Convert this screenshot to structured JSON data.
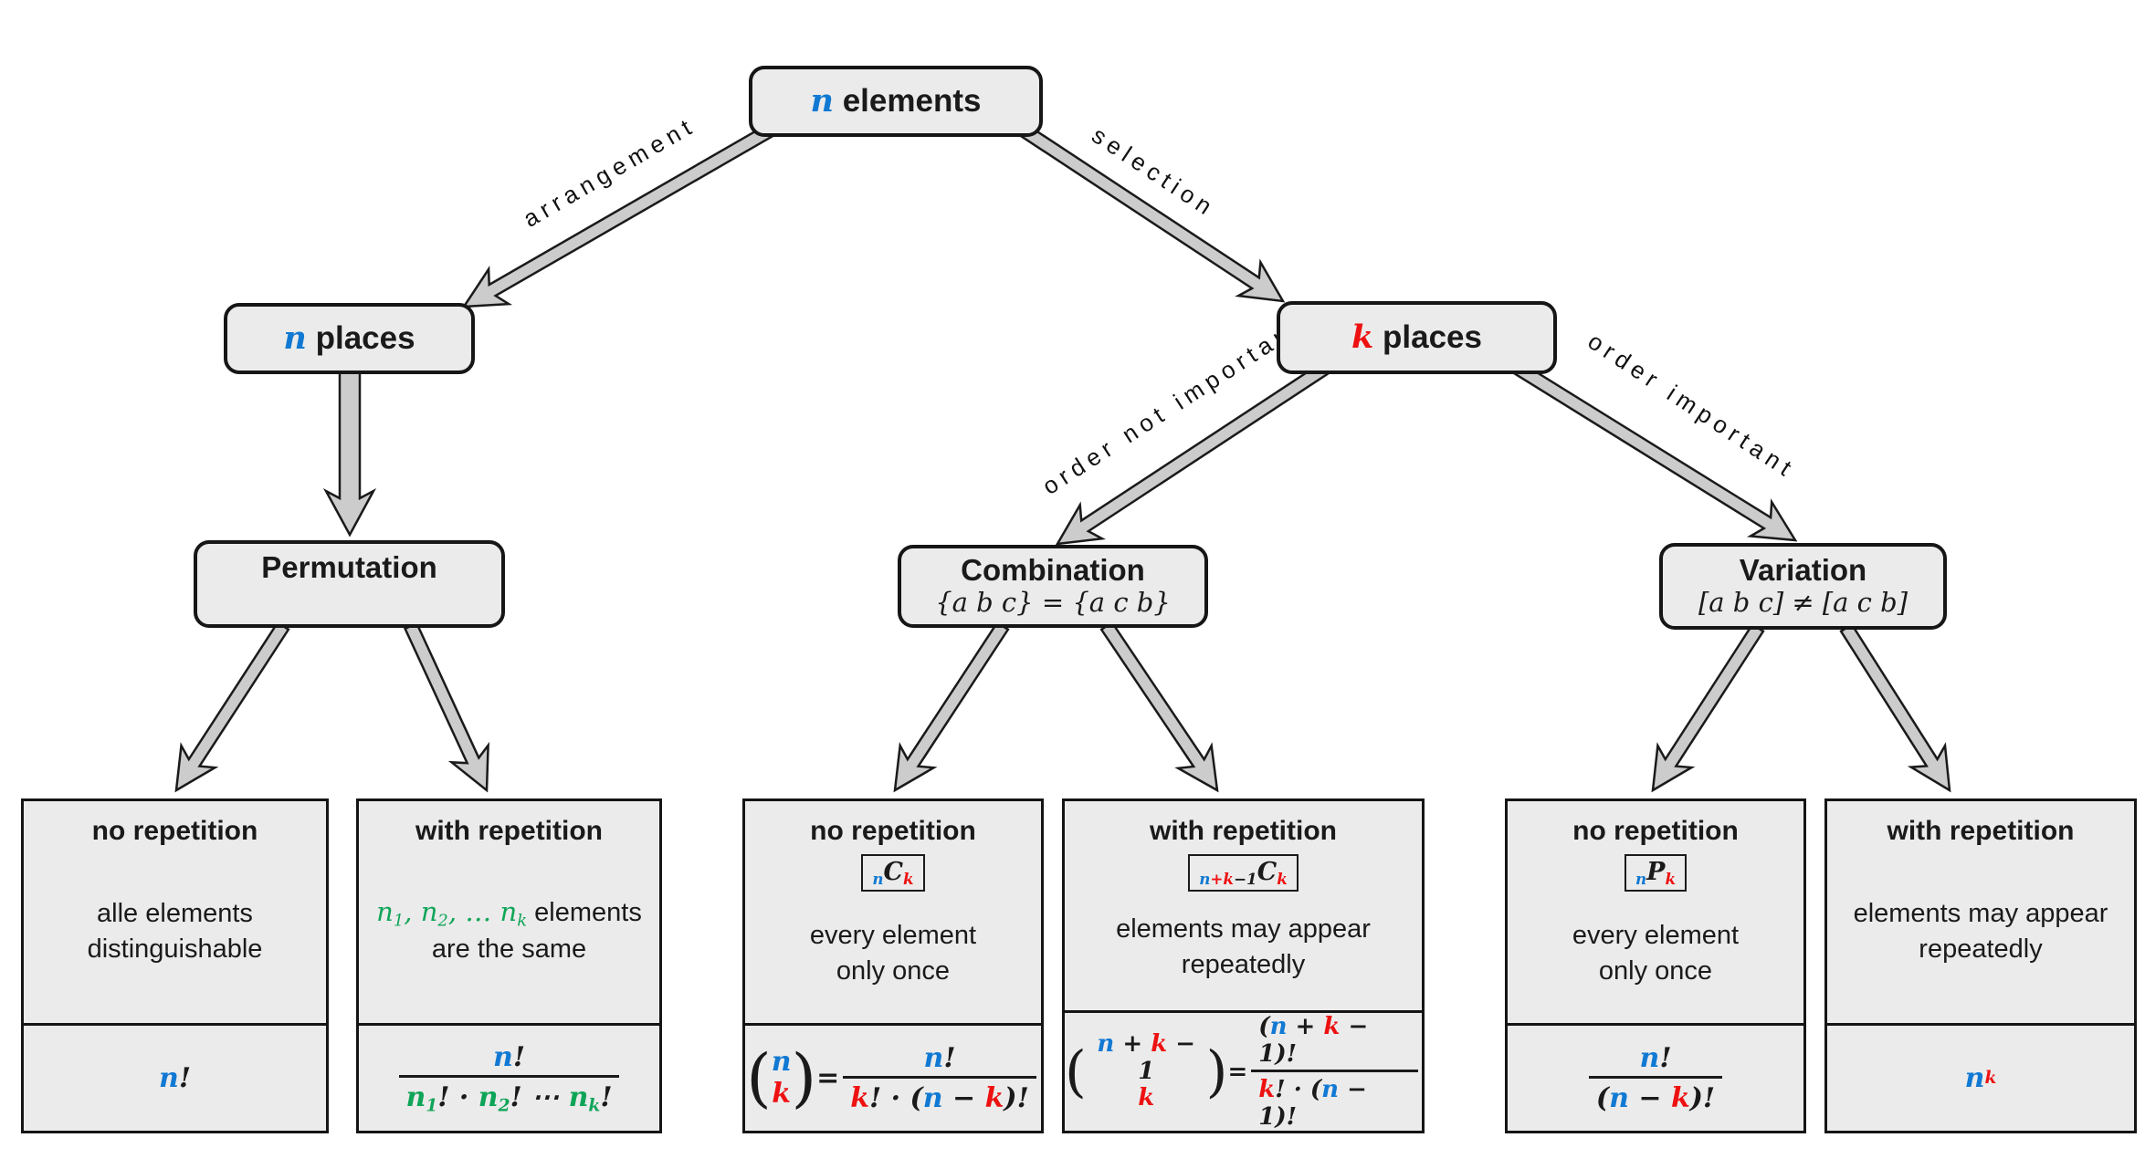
{
  "colors": {
    "blue": "#1179d3",
    "red": "#ee1111",
    "green": "#0fa558",
    "black": "#1a1a1a"
  },
  "nodes": {
    "root": [
      {
        "t": "n",
        "c": "blue"
      },
      {
        "t": " elements",
        "plain": true
      }
    ],
    "n_places": [
      {
        "t": "n",
        "c": "blue"
      },
      {
        "t": " places",
        "plain": true
      }
    ],
    "k_places": [
      {
        "t": "k",
        "c": "red"
      },
      {
        "t": " places",
        "plain": true
      }
    ],
    "permutation_title": "Permutation",
    "permutation_sub": "",
    "combination_title": "Combination",
    "combination_sub": "{a b c} = {a c b}",
    "variation_title": "Variation",
    "variation_sub": "[a b c] ≠ [a c b]"
  },
  "edges": {
    "arrangement": "arrangement",
    "selection": "selection",
    "order_not_important": "order not important",
    "order_important": "order important"
  },
  "leaves": [
    {
      "title": "no repetition",
      "desc": [
        [
          {
            "t": "alle elements",
            "plain": true
          }
        ],
        [
          {
            "t": "distinguishable",
            "plain": true
          }
        ]
      ],
      "formula": [
        {
          "t": "n",
          "c": "blue"
        },
        {
          "t": "!"
        }
      ]
    },
    {
      "title": "with repetition",
      "desc": [
        [
          {
            "t": "n",
            "c": "green"
          },
          {
            "t": "1",
            "c": "green",
            "sub": true
          },
          {
            "t": ", ",
            "c": "green"
          },
          {
            "t": "n",
            "c": "green"
          },
          {
            "t": "2",
            "c": "green",
            "sub": true
          },
          {
            "t": ", … ",
            "c": "green"
          },
          {
            "t": "n",
            "c": "green"
          },
          {
            "t": "k",
            "c": "green",
            "sub": true
          },
          {
            "t": " elements",
            "plain": true
          }
        ],
        [
          {
            "t": "are the same",
            "plain": true
          }
        ]
      ],
      "formula": [
        {
          "type": "frac",
          "num": [
            {
              "t": "n",
              "c": "blue"
            },
            {
              "t": "!"
            }
          ],
          "den": [
            {
              "t": "n",
              "c": "green"
            },
            {
              "t": "1",
              "c": "green",
              "sub": true
            },
            {
              "t": "!"
            },
            {
              "t": " · "
            },
            {
              "t": "n",
              "c": "green"
            },
            {
              "t": "2",
              "c": "green",
              "sub": true
            },
            {
              "t": "!"
            },
            {
              "t": " ⋯ "
            },
            {
              "t": "n",
              "c": "green"
            },
            {
              "t": "k",
              "c": "green",
              "sub": true
            },
            {
              "t": "!"
            }
          ]
        }
      ]
    },
    {
      "title": "no repetition",
      "badge": [
        {
          "t": "n",
          "c": "blue",
          "sub": true
        },
        {
          "t": "C"
        },
        {
          "t": "k",
          "c": "red",
          "sub": true
        }
      ],
      "desc": [
        [
          {
            "t": "every element",
            "plain": true
          }
        ],
        [
          {
            "t": "only once",
            "plain": true
          }
        ]
      ],
      "formula": [
        {
          "type": "binom",
          "top": [
            {
              "t": "n",
              "c": "blue"
            }
          ],
          "bot": [
            {
              "t": "k",
              "c": "red"
            }
          ]
        },
        {
          "t": " = "
        },
        {
          "type": "frac",
          "num": [
            {
              "t": "n",
              "c": "blue"
            },
            {
              "t": "!"
            }
          ],
          "den": [
            {
              "t": "k",
              "c": "red"
            },
            {
              "t": "! · ("
            },
            {
              "t": "n",
              "c": "blue"
            },
            {
              "t": " − "
            },
            {
              "t": "k",
              "c": "red"
            },
            {
              "t": ")!"
            }
          ]
        }
      ]
    },
    {
      "title": "with repetition",
      "badge": [
        {
          "t": "n",
          "c": "blue",
          "sub": true
        },
        {
          "t": "+",
          "c": "red",
          "sub": true
        },
        {
          "t": "k",
          "c": "red",
          "sub": true
        },
        {
          "t": "−1",
          "sub": true
        },
        {
          "t": "C"
        },
        {
          "t": "k",
          "c": "red",
          "sub": true
        }
      ],
      "desc": [
        [
          {
            "t": "elements may appear",
            "plain": true
          }
        ],
        [
          {
            "t": "repeatedly",
            "plain": true
          }
        ]
      ],
      "formula": [
        {
          "type": "binom",
          "top": [
            {
              "t": "n",
              "c": "blue"
            },
            {
              "t": " + "
            },
            {
              "t": "k",
              "c": "red"
            },
            {
              "t": " − 1"
            }
          ],
          "bot": [
            {
              "t": "k",
              "c": "red"
            }
          ]
        },
        {
          "t": " = "
        },
        {
          "type": "frac",
          "num": [
            {
              "t": "("
            },
            {
              "t": "n",
              "c": "blue"
            },
            {
              "t": " + "
            },
            {
              "t": "k",
              "c": "red"
            },
            {
              "t": " − 1)!"
            }
          ],
          "den": [
            {
              "t": "k",
              "c": "red"
            },
            {
              "t": "! · ("
            },
            {
              "t": "n",
              "c": "blue"
            },
            {
              "t": " − 1)!"
            }
          ]
        }
      ]
    },
    {
      "title": "no repetition",
      "badge": [
        {
          "t": "n",
          "c": "blue",
          "sub": true
        },
        {
          "t": "P"
        },
        {
          "t": "k",
          "c": "red",
          "sub": true
        }
      ],
      "desc": [
        [
          {
            "t": "every element",
            "plain": true
          }
        ],
        [
          {
            "t": "only once",
            "plain": true
          }
        ]
      ],
      "formula": [
        {
          "type": "frac",
          "num": [
            {
              "t": "n",
              "c": "blue"
            },
            {
              "t": "!"
            }
          ],
          "den": [
            {
              "t": "("
            },
            {
              "t": "n",
              "c": "blue"
            },
            {
              "t": " − "
            },
            {
              "t": "k",
              "c": "red"
            },
            {
              "t": ")!"
            }
          ]
        }
      ]
    },
    {
      "title": "with repetition",
      "desc": [
        [
          {
            "t": "elements may appear",
            "plain": true
          }
        ],
        [
          {
            "t": "repeatedly",
            "plain": true
          }
        ]
      ],
      "formula": [
        {
          "t": "n",
          "c": "blue"
        },
        {
          "t": "k",
          "c": "red",
          "sup": true
        }
      ]
    }
  ]
}
